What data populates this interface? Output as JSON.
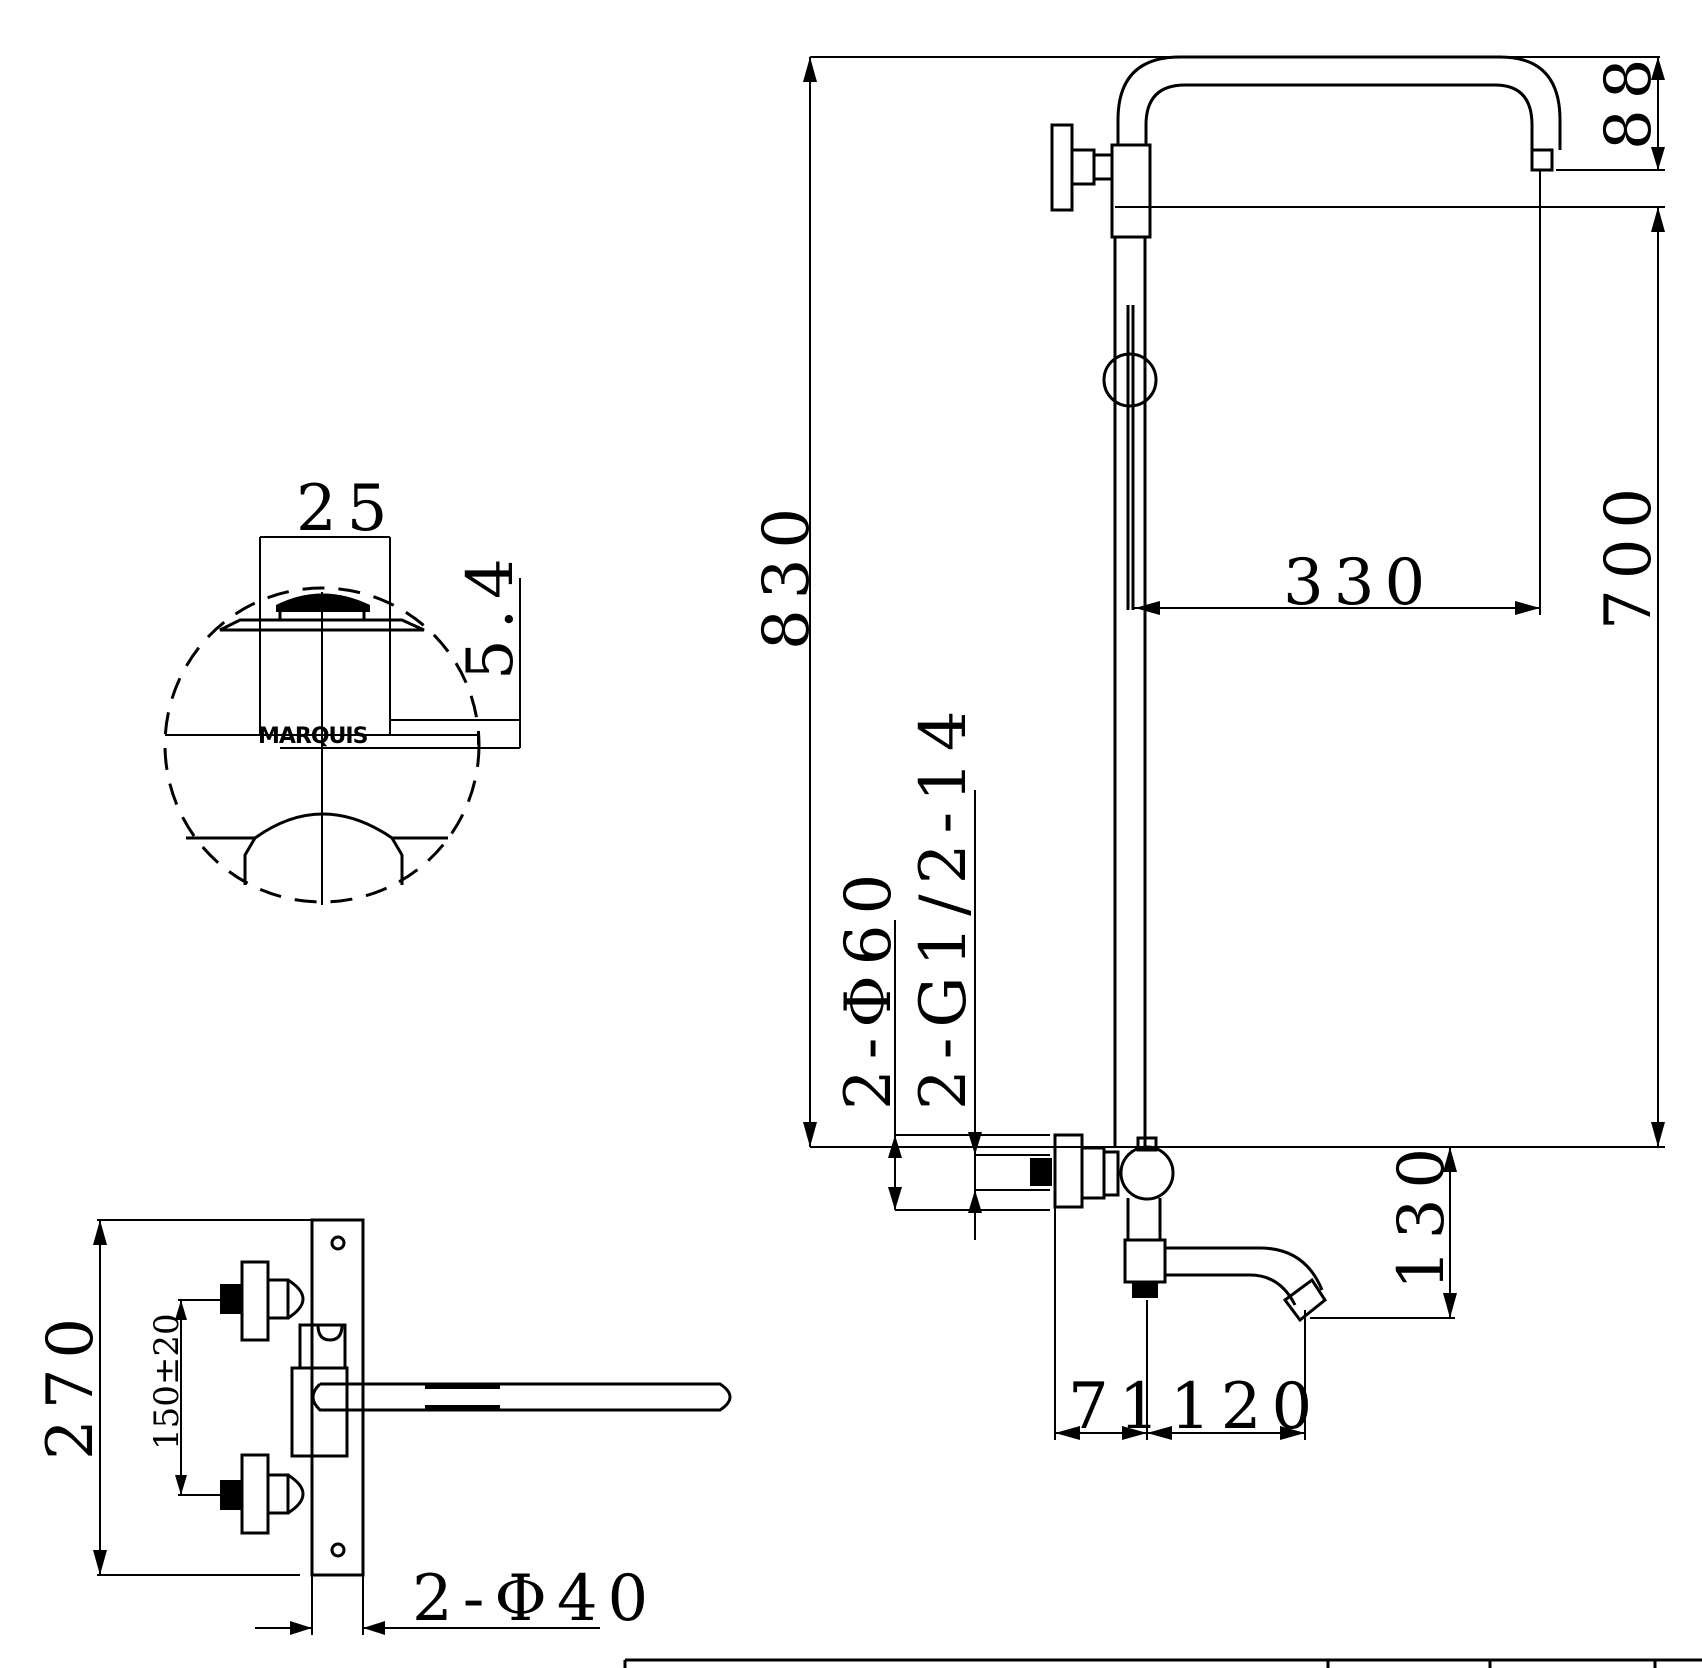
{
  "detail_view": {
    "width_label": "25",
    "depth_label": "5.4",
    "brand_logo": "MARQUIS"
  },
  "side_elevation": {
    "height_label": "830",
    "top_offset_label": "88",
    "bar_height_label": "700",
    "arm_reach_label": "330",
    "mount_diameter_label": "2-Φ60",
    "thread_label": "2-G1/2-14",
    "spout_height_label": "130",
    "body_depth_label": "71",
    "spout_reach_label": "120"
  },
  "plan_view": {
    "height_label": "270",
    "centers_label": "150±20",
    "escutcheon_label": "2-Φ40"
  }
}
